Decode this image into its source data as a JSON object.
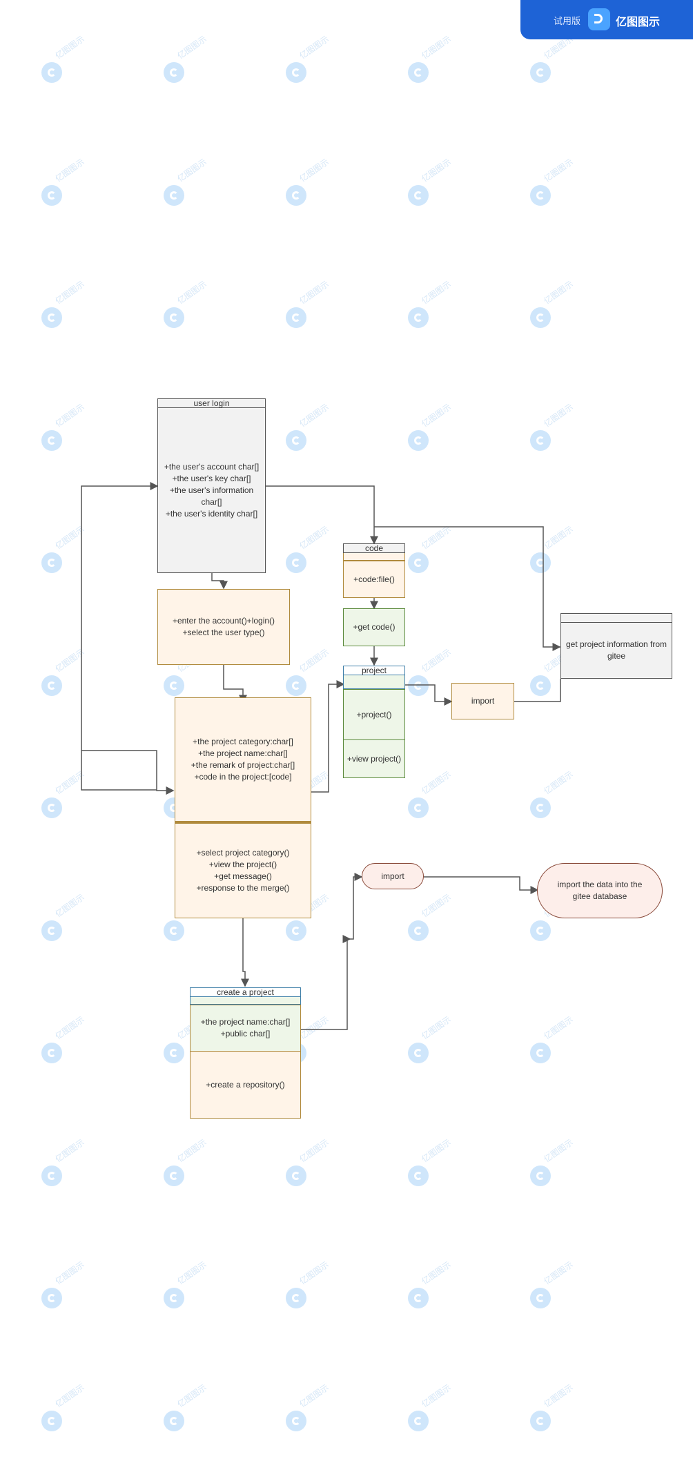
{
  "banner": {
    "trial_label": "试用版",
    "brand": "亿图图示"
  },
  "watermark": {
    "text": "亿图图示",
    "icon": "edraw-logo-icon"
  },
  "colors": {
    "user_login": "#f2f2f2",
    "class_fill": "#fff4e8",
    "class_border": "#b08a3c",
    "green_fill": "#eef6e8",
    "green_border": "#5b8a3c",
    "blue_header": "#3f7fa8",
    "pink_fill": "#fdeeea",
    "pink_border": "#8a4a3a",
    "gray_border": "#555555",
    "line": "#555555"
  },
  "nodes": {
    "user_login": {
      "title": "user login",
      "attributes": "+the user's account char[]\n+the user's key char[]\n+the user's information char[]\n+the user's identity char[]"
    },
    "login_ops": {
      "text": "+enter the account()+login()\n+select the user type()"
    },
    "project_class": {
      "attributes": "+the project category:char[]\n+the project name:char[]\n+the remark of project:char[]\n+code in the project:[code]",
      "methods": "+select project category()\n+view the project()\n+get message()\n+response to the merge()"
    },
    "code": {
      "title": "code",
      "method": "+code:file()"
    },
    "get_code": {
      "text": "+get code()"
    },
    "project": {
      "title": "project",
      "method1": "+project()",
      "method2": "+view project()"
    },
    "import_box": {
      "text": "import"
    },
    "gitee_info": {
      "title": "",
      "text": "get project information from gitee"
    },
    "import_pill": {
      "text": "import"
    },
    "gitee_db": {
      "text": "import the data into the gitee database"
    },
    "create_project": {
      "title": "create a project",
      "attributes": "+the project name:char[]\n+public char[]",
      "method": "+create a repository()"
    }
  }
}
